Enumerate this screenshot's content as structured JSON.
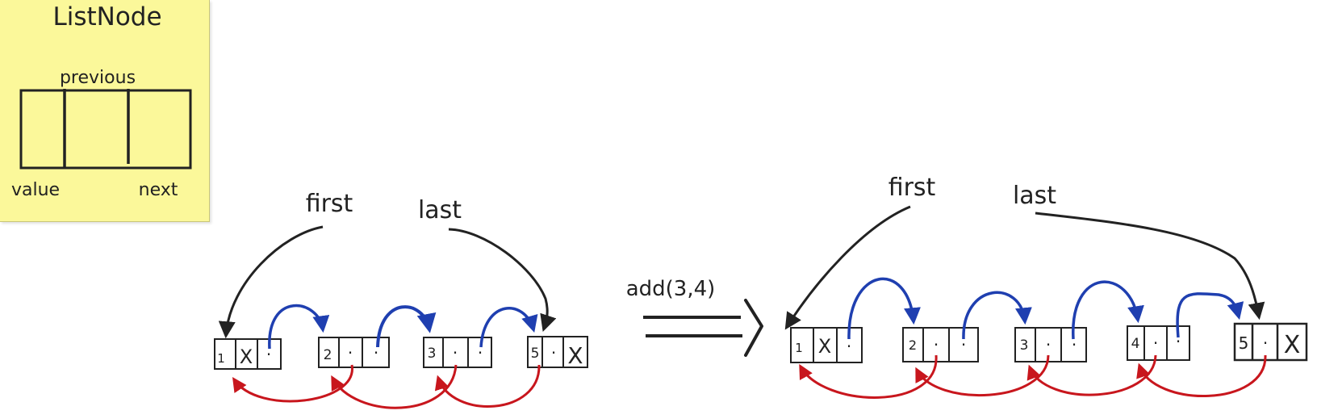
{
  "legend": {
    "title": "ListNode",
    "field_previous": "previous",
    "field_value": "value",
    "field_next": "next"
  },
  "before": {
    "first_label": "first",
    "last_label": "last",
    "nodes": [
      {
        "value": "1",
        "previous": "X",
        "next": "·"
      },
      {
        "value": "2",
        "previous": "·",
        "next": "·"
      },
      {
        "value": "3",
        "previous": "·",
        "next": "·"
      },
      {
        "value": "5",
        "previous": "·",
        "next": "X"
      }
    ]
  },
  "operation": {
    "label": "add(3,4)"
  },
  "after": {
    "first_label": "first",
    "last_label": "last",
    "nodes": [
      {
        "value": "1",
        "previous": "X",
        "next": "·"
      },
      {
        "value": "2",
        "previous": "·",
        "next": "·"
      },
      {
        "value": "3",
        "previous": "·",
        "next": "·"
      },
      {
        "value": "4",
        "previous": "·",
        "next": "·"
      },
      {
        "value": "5",
        "previous": "·",
        "next": "X"
      }
    ]
  },
  "colors": {
    "next_arrow": "#1f3fb0",
    "previous_arrow": "#c8161d",
    "pointer_arrow": "#222222",
    "note_background": "#fbf89a"
  }
}
